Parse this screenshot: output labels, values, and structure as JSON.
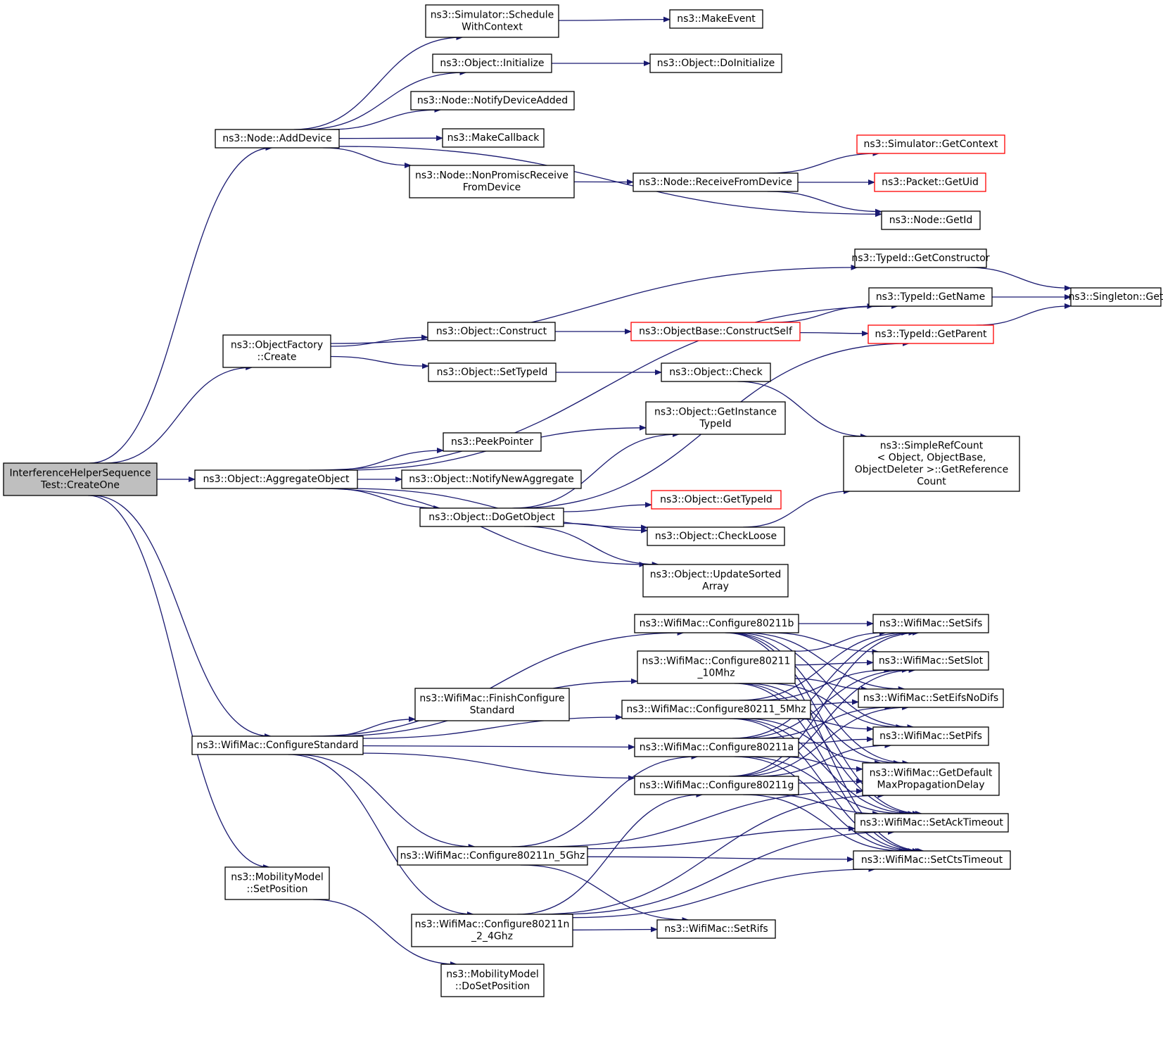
{
  "colors": {
    "edge": "#191970",
    "root_fill": "#bfbfbf",
    "node_border": "#000000",
    "external_border": "#ff0000",
    "background": "#ffffff"
  },
  "nodes": [
    {
      "id": "root",
      "lines": [
        "InterferenceHelperSequence",
        "Test::CreateOne"
      ],
      "style": "root"
    },
    {
      "id": "addDevice",
      "lines": [
        "ns3::Node::AddDevice"
      ]
    },
    {
      "id": "objFactCreate",
      "lines": [
        "ns3::ObjectFactory",
        "::Create"
      ]
    },
    {
      "id": "aggregate",
      "lines": [
        "ns3::Object::AggregateObject"
      ]
    },
    {
      "id": "configStd",
      "lines": [
        "ns3::WifiMac::ConfigureStandard"
      ]
    },
    {
      "id": "mobSetPos",
      "lines": [
        "ns3::MobilityModel",
        "::SetPosition"
      ]
    },
    {
      "id": "schedCtx",
      "lines": [
        "ns3::Simulator::Schedule",
        "WithContext"
      ]
    },
    {
      "id": "makeEvent",
      "lines": [
        "ns3::MakeEvent"
      ]
    },
    {
      "id": "objInit",
      "lines": [
        "ns3::Object::Initialize"
      ]
    },
    {
      "id": "doInit",
      "lines": [
        "ns3::Object::DoInitialize"
      ]
    },
    {
      "id": "notifyDev",
      "lines": [
        "ns3::Node::NotifyDeviceAdded"
      ]
    },
    {
      "id": "makeCb",
      "lines": [
        "ns3::MakeCallback"
      ]
    },
    {
      "id": "nonPromisc",
      "lines": [
        "ns3::Node::NonPromiscReceive",
        "FromDevice"
      ]
    },
    {
      "id": "recvFromDev",
      "lines": [
        "ns3::Node::ReceiveFromDevice"
      ]
    },
    {
      "id": "simGetCtx",
      "lines": [
        "ns3::Simulator::GetContext"
      ],
      "style": "red"
    },
    {
      "id": "pktGetUid",
      "lines": [
        "ns3::Packet::GetUid"
      ],
      "style": "red"
    },
    {
      "id": "nodeGetId",
      "lines": [
        "ns3::Node::GetId"
      ]
    },
    {
      "id": "getCtor",
      "lines": [
        "ns3::TypeId::GetConstructor"
      ]
    },
    {
      "id": "singletonGet",
      "lines": [
        "ns3::Singleton::Get"
      ]
    },
    {
      "id": "getName",
      "lines": [
        "ns3::TypeId::GetName"
      ]
    },
    {
      "id": "objConstruct",
      "lines": [
        "ns3::Object::Construct"
      ]
    },
    {
      "id": "constructSelf",
      "lines": [
        "ns3::ObjectBase::ConstructSelf"
      ],
      "style": "red"
    },
    {
      "id": "getParent",
      "lines": [
        "ns3::TypeId::GetParent"
      ],
      "style": "red"
    },
    {
      "id": "setTypeId",
      "lines": [
        "ns3::Object::SetTypeId"
      ]
    },
    {
      "id": "objCheck",
      "lines": [
        "ns3::Object::Check"
      ]
    },
    {
      "id": "getInstTid",
      "lines": [
        "ns3::Object::GetInstance",
        "TypeId"
      ]
    },
    {
      "id": "peekPtr",
      "lines": [
        "ns3::PeekPointer"
      ]
    },
    {
      "id": "simpleRef",
      "lines": [
        "ns3::SimpleRefCount",
        "< Object, ObjectBase,",
        " ObjectDeleter >::GetReference",
        "Count"
      ]
    },
    {
      "id": "notifyAgg",
      "lines": [
        "ns3::Object::NotifyNewAggregate"
      ]
    },
    {
      "id": "doGetObj",
      "lines": [
        "ns3::Object::DoGetObject"
      ]
    },
    {
      "id": "getTypeId",
      "lines": [
        "ns3::Object::GetTypeId"
      ],
      "style": "red"
    },
    {
      "id": "checkLoose",
      "lines": [
        "ns3::Object::CheckLoose"
      ]
    },
    {
      "id": "updSorted",
      "lines": [
        "ns3::Object::UpdateSorted",
        "Array"
      ]
    },
    {
      "id": "cfgB",
      "lines": [
        "ns3::WifiMac::Configure80211b"
      ]
    },
    {
      "id": "cfg10",
      "lines": [
        "ns3::WifiMac::Configure80211",
        "_10Mhz"
      ]
    },
    {
      "id": "finishCfg",
      "lines": [
        "ns3::WifiMac::FinishConfigure",
        "Standard"
      ]
    },
    {
      "id": "cfg5",
      "lines": [
        "ns3::WifiMac::Configure80211_5Mhz"
      ]
    },
    {
      "id": "cfgA",
      "lines": [
        "ns3::WifiMac::Configure80211a"
      ]
    },
    {
      "id": "cfgG",
      "lines": [
        "ns3::WifiMac::Configure80211g"
      ]
    },
    {
      "id": "cfgN5",
      "lines": [
        "ns3::WifiMac::Configure80211n_5Ghz"
      ]
    },
    {
      "id": "cfgN24",
      "lines": [
        "ns3::WifiMac::Configure80211n",
        "_2_4Ghz"
      ]
    },
    {
      "id": "setSifs",
      "lines": [
        "ns3::WifiMac::SetSifs"
      ]
    },
    {
      "id": "setSlot",
      "lines": [
        "ns3::WifiMac::SetSlot"
      ]
    },
    {
      "id": "setEifs",
      "lines": [
        "ns3::WifiMac::SetEifsNoDifs"
      ]
    },
    {
      "id": "setPifs",
      "lines": [
        "ns3::WifiMac::SetPifs"
      ]
    },
    {
      "id": "getDefMax",
      "lines": [
        "ns3::WifiMac::GetDefault",
        "MaxPropagationDelay"
      ]
    },
    {
      "id": "setAck",
      "lines": [
        "ns3::WifiMac::SetAckTimeout"
      ]
    },
    {
      "id": "setCts",
      "lines": [
        "ns3::WifiMac::SetCtsTimeout"
      ]
    },
    {
      "id": "setRifs",
      "lines": [
        "ns3::WifiMac::SetRifs"
      ]
    },
    {
      "id": "mobDoSetPos",
      "lines": [
        "ns3::MobilityModel",
        "::DoSetPosition"
      ]
    }
  ],
  "edges": [
    [
      "root",
      "addDevice"
    ],
    [
      "root",
      "objFactCreate"
    ],
    [
      "root",
      "aggregate"
    ],
    [
      "root",
      "configStd"
    ],
    [
      "root",
      "mobSetPos"
    ],
    [
      "addDevice",
      "schedCtx"
    ],
    [
      "addDevice",
      "objInit"
    ],
    [
      "addDevice",
      "notifyDev"
    ],
    [
      "addDevice",
      "makeCb"
    ],
    [
      "addDevice",
      "nonPromisc"
    ],
    [
      "addDevice",
      "nodeGetId"
    ],
    [
      "schedCtx",
      "makeEvent"
    ],
    [
      "objInit",
      "doInit"
    ],
    [
      "nonPromisc",
      "recvFromDev"
    ],
    [
      "recvFromDev",
      "simGetCtx"
    ],
    [
      "recvFromDev",
      "pktGetUid"
    ],
    [
      "recvFromDev",
      "nodeGetId"
    ],
    [
      "objFactCreate",
      "getCtor"
    ],
    [
      "objFactCreate",
      "objConstruct"
    ],
    [
      "objFactCreate",
      "setTypeId"
    ],
    [
      "getCtor",
      "singletonGet"
    ],
    [
      "getName",
      "singletonGet"
    ],
    [
      "getParent",
      "singletonGet"
    ],
    [
      "objConstruct",
      "constructSelf"
    ],
    [
      "constructSelf",
      "getName"
    ],
    [
      "constructSelf",
      "getParent"
    ],
    [
      "setTypeId",
      "objCheck"
    ],
    [
      "objCheck",
      "simpleRef"
    ],
    [
      "aggregate",
      "getName"
    ],
    [
      "aggregate",
      "getInstTid"
    ],
    [
      "aggregate",
      "peekPtr"
    ],
    [
      "aggregate",
      "notifyAgg"
    ],
    [
      "aggregate",
      "doGetObj"
    ],
    [
      "aggregate",
      "checkLoose"
    ],
    [
      "aggregate",
      "updSorted"
    ],
    [
      "doGetObj",
      "getInstTid"
    ],
    [
      "doGetObj",
      "getParent"
    ],
    [
      "doGetObj",
      "getTypeId"
    ],
    [
      "doGetObj",
      "checkLoose"
    ],
    [
      "doGetObj",
      "updSorted"
    ],
    [
      "checkLoose",
      "simpleRef"
    ],
    [
      "configStd",
      "cfgB"
    ],
    [
      "configStd",
      "cfg10"
    ],
    [
      "configStd",
      "finishCfg"
    ],
    [
      "configStd",
      "cfg5"
    ],
    [
      "configStd",
      "cfgA"
    ],
    [
      "configStd",
      "cfgG"
    ],
    [
      "configStd",
      "cfgN5"
    ],
    [
      "configStd",
      "cfgN24"
    ],
    [
      "cfgB",
      "setSifs"
    ],
    [
      "cfgB",
      "setSlot"
    ],
    [
      "cfgB",
      "setEifs"
    ],
    [
      "cfgB",
      "setPifs"
    ],
    [
      "cfgB",
      "getDefMax"
    ],
    [
      "cfgB",
      "setAck"
    ],
    [
      "cfgB",
      "setCts"
    ],
    [
      "cfg10",
      "setSifs"
    ],
    [
      "cfg10",
      "setSlot"
    ],
    [
      "cfg10",
      "setEifs"
    ],
    [
      "cfg10",
      "setPifs"
    ],
    [
      "cfg10",
      "getDefMax"
    ],
    [
      "cfg10",
      "setAck"
    ],
    [
      "cfg10",
      "setCts"
    ],
    [
      "cfg5",
      "setSifs"
    ],
    [
      "cfg5",
      "setSlot"
    ],
    [
      "cfg5",
      "setEifs"
    ],
    [
      "cfg5",
      "setPifs"
    ],
    [
      "cfg5",
      "getDefMax"
    ],
    [
      "cfg5",
      "setAck"
    ],
    [
      "cfg5",
      "setCts"
    ],
    [
      "cfgA",
      "setSifs"
    ],
    [
      "cfgA",
      "setSlot"
    ],
    [
      "cfgA",
      "setEifs"
    ],
    [
      "cfgA",
      "setPifs"
    ],
    [
      "cfgA",
      "getDefMax"
    ],
    [
      "cfgA",
      "setAck"
    ],
    [
      "cfgA",
      "setCts"
    ],
    [
      "cfgG",
      "setSifs"
    ],
    [
      "cfgG",
      "setSlot"
    ],
    [
      "cfgG",
      "setEifs"
    ],
    [
      "cfgG",
      "setPifs"
    ],
    [
      "cfgG",
      "getDefMax"
    ],
    [
      "cfgG",
      "setAck"
    ],
    [
      "cfgG",
      "setCts"
    ],
    [
      "cfgN5",
      "cfgA"
    ],
    [
      "cfgN5",
      "getDefMax"
    ],
    [
      "cfgN5",
      "setAck"
    ],
    [
      "cfgN5",
      "setCts"
    ],
    [
      "cfgN5",
      "setRifs"
    ],
    [
      "cfgN24",
      "cfgG"
    ],
    [
      "cfgN24",
      "setRifs"
    ],
    [
      "cfgN24",
      "getDefMax"
    ],
    [
      "cfgN24",
      "setAck"
    ],
    [
      "cfgN24",
      "setCts"
    ],
    [
      "mobSetPos",
      "mobDoSetPos"
    ]
  ]
}
